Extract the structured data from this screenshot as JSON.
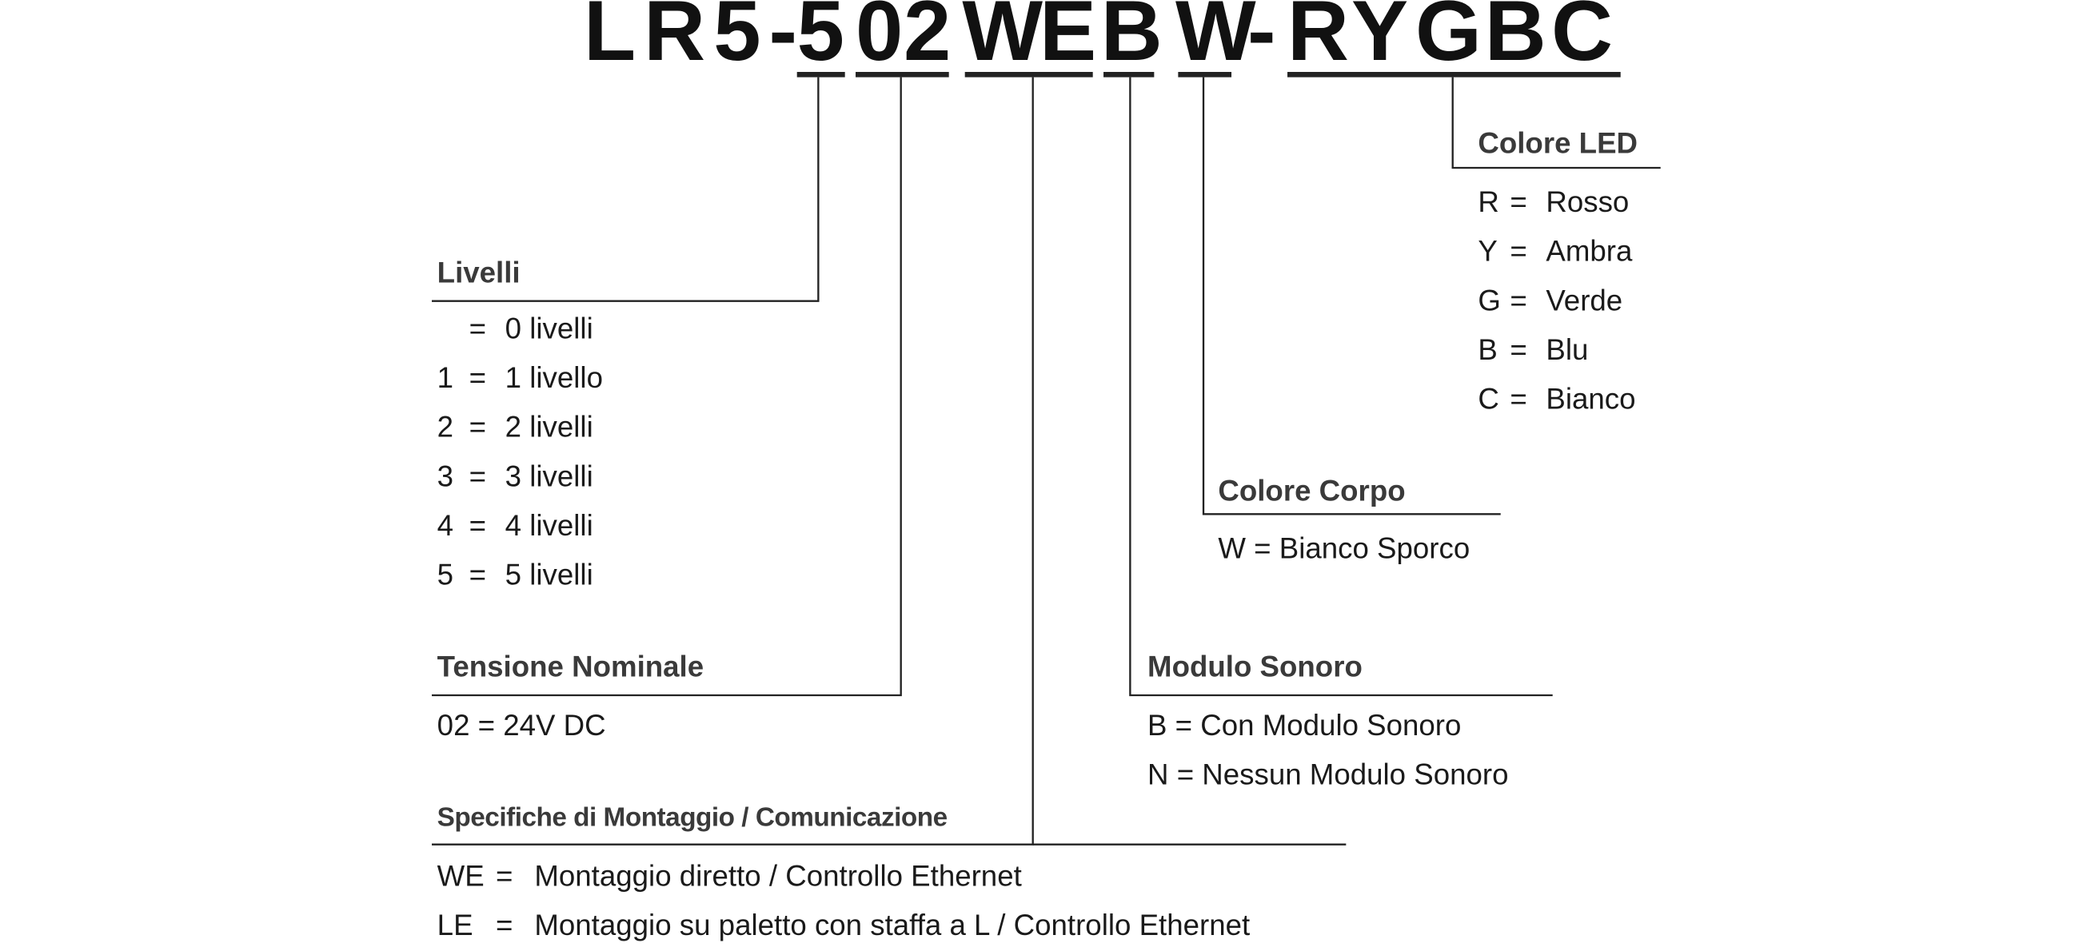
{
  "part_number": {
    "parts": [
      "LR5-",
      "5",
      "0",
      "2",
      "W",
      "E",
      "B",
      "W",
      "-",
      "R",
      "Y",
      "G",
      "B",
      "C"
    ]
  },
  "legend": {
    "livelli": {
      "title": "Livelli",
      "rows": [
        {
          "code": "",
          "eq": "=",
          "text": "0 livelli"
        },
        {
          "code": "1",
          "eq": "=",
          "text": "1 livello"
        },
        {
          "code": "2",
          "eq": "=",
          "text": "2 livelli"
        },
        {
          "code": "3",
          "eq": "=",
          "text": "3 livelli"
        },
        {
          "code": "4",
          "eq": "=",
          "text": "4 livelli"
        },
        {
          "code": "5",
          "eq": "=",
          "text": "5 livelli"
        }
      ]
    },
    "tensione": {
      "title": "Tensione Nominale",
      "rows": [
        "02 = 24V DC"
      ]
    },
    "montaggio": {
      "title": "Specifiche di Montaggio / Comunicazione",
      "rows": [
        {
          "code": "WE",
          "eq": "=",
          "text": "Montaggio diretto / Controllo Ethernet"
        },
        {
          "code": "LE",
          "eq": "=",
          "text": "Montaggio su paletto con staffa a L / Controllo Ethernet"
        }
      ]
    },
    "modulo_sonoro": {
      "title": "Modulo Sonoro",
      "rows": [
        "B = Con Modulo Sonoro",
        "N = Nessun Modulo Sonoro"
      ]
    },
    "colore_corpo": {
      "title": "Colore Corpo",
      "rows": [
        "W = Bianco Sporco"
      ]
    },
    "colore_led": {
      "title": "Colore LED",
      "rows": [
        {
          "code": "R",
          "eq": "=",
          "text": "Rosso"
        },
        {
          "code": "Y",
          "eq": "=",
          "text": "Ambra"
        },
        {
          "code": "G",
          "eq": "=",
          "text": "Verde"
        },
        {
          "code": "B",
          "eq": "=",
          "text": "Blu"
        },
        {
          "code": "C",
          "eq": "=",
          "text": "Bianco"
        }
      ]
    }
  }
}
